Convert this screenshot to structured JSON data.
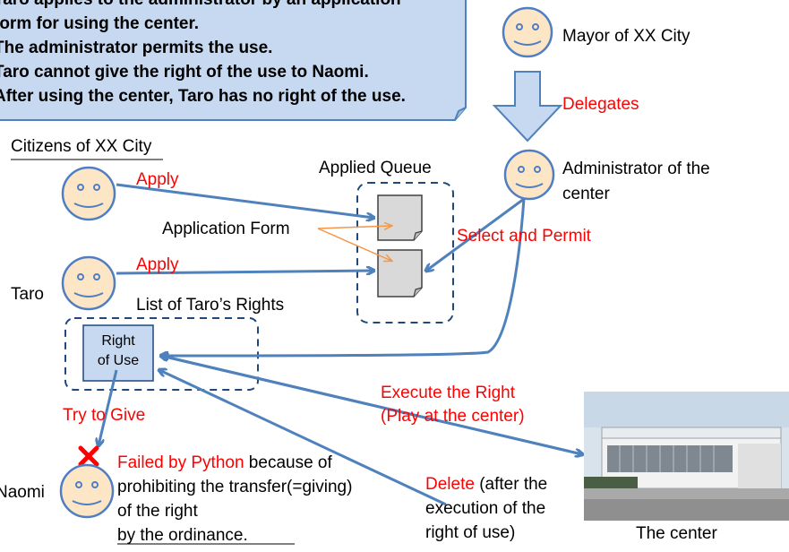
{
  "callout": {
    "lines": [
      "Taro applies to the administrator by an application",
      "form for using the center.",
      "The administrator permits the use.",
      "Taro cannot give the right of the use to Naomi.",
      "After using the center, Taro has no right of the use."
    ]
  },
  "actors": {
    "mayor": "Mayor of XX City",
    "administrator_line1": "Administrator of  the",
    "administrator_line2": "center",
    "taro": "Taro",
    "naomi": "Naomi"
  },
  "labels": {
    "delegates": "Delegates",
    "citizens": "Citizens of XX City",
    "applied_queue": "Applied Queue",
    "apply_1": "Apply",
    "apply_2": "Apply",
    "application_form": "Application Form",
    "select_and_permit": "Select and Permit",
    "list_of_rights": "List of Taro’s Rights",
    "right_line1": "Right",
    "right_line2": "of Use",
    "execute_line1": "Execute the Right",
    "execute_line2": "(Play at the center)",
    "try_to_give": "Try to Give",
    "failed_red": "Failed by Python",
    "failed_rest_1": " because of",
    "failed_line2": "prohibiting the transfer(=giving)",
    "failed_line3": "of the right",
    "failed_line4": "by the ordinance",
    "failed_line4_end": ".",
    "delete_red": "Delete",
    "delete_rest_1": " (after the",
    "delete_line2": "execution of the",
    "delete_line3": "right of use)",
    "the_center": "The center"
  },
  "colors": {
    "face_fill": "#fde6c6",
    "face_stroke": "#4f7ec3",
    "callout_fill": "#c6d9f1",
    "callout_stroke": "#4f81bd",
    "arrow_blue": "#4f81bd",
    "arrow_orange": "#f79646",
    "red": "#ff0000",
    "box_fill": "#c6d9f1",
    "doc_fill": "#d9d9d9"
  }
}
